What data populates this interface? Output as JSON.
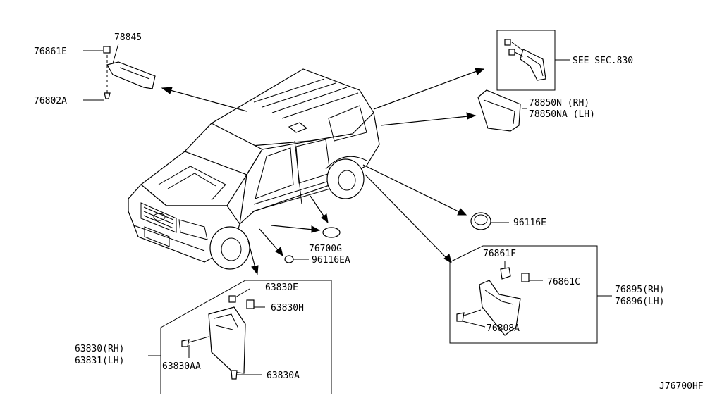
{
  "diagram": {
    "code": "J76700HF",
    "labels": {
      "p76861E": "76861E",
      "p78845": "78845",
      "p76802A": "76802A",
      "see_sec": "SEE SEC.830",
      "p78850N": "78850N  (RH)",
      "p78850NA": "78850NA (LH)",
      "p96116E": "96116E",
      "p76700G": "76700G",
      "p96116EA": "96116EA",
      "p63830E": "63830E",
      "p63830H": "63830H",
      "p63830_rh": "63830(RH)",
      "p63831_lh": "63831(LH)",
      "p63830AA": "63830AA",
      "p63830A": "63830A",
      "p76861F": "76861F",
      "p76861C": "76861C",
      "p76895_rh": "76895(RH)",
      "p76896_lh": "76896(LH)",
      "p76808A": "76808A"
    }
  }
}
